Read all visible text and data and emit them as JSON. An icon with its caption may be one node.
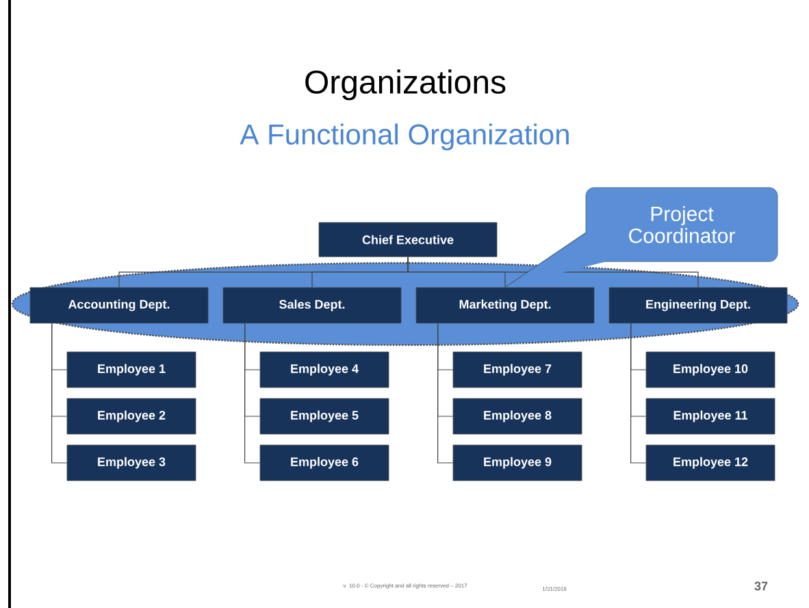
{
  "diagram": {
    "title": "Organizations",
    "nodes": [
      {
        "text": [
          "Chief Executive"
        ]
      },
      {
        "text": [
          "Accounting Dept."
        ]
      },
      {
        "text": [
          "Sales Dept."
        ]
      },
      {
        "text": [
          "Marketing Dept."
        ]
      },
      {
        "text": [
          "Engineering Dept."
        ]
      },
      {
        "text": [
          "Employee 1"
        ]
      },
      {
        "text": [
          "Employee 2"
        ]
      },
      {
        "text": [
          "Employee 3"
        ]
      },
      {
        "text": [
          "Employee 4"
        ]
      },
      {
        "text": [
          "Employee 5"
        ]
      },
      {
        "text": [
          "Employee 6"
        ]
      },
      {
        "text": [
          "Employee 7"
        ]
      },
      {
        "text": [
          "Employee 8"
        ]
      },
      {
        "text": [
          "Employee 9"
        ]
      },
      {
        "text": [
          "Employee 10"
        ]
      },
      {
        "text": [
          "Employee 11"
        ]
      },
      {
        "text": [
          "Employee 12"
        ]
      },
      {
        "text": [
          "Project Coordinator"
        ]
      }
    ],
    "edges": [
      {
        "from": 0,
        "to": 1,
        "arrow": "none"
      },
      {
        "from": 0,
        "to": 2,
        "arrow": "none"
      },
      {
        "from": 0,
        "to": 3,
        "arrow": "none"
      },
      {
        "from": 0,
        "to": 4,
        "arrow": "none"
      },
      {
        "from": 1,
        "to": 5,
        "arrow": "none"
      },
      {
        "from": 1,
        "to": 6,
        "arrow": "none"
      },
      {
        "from": 1,
        "to": 7,
        "arrow": "none"
      },
      {
        "from": 2,
        "to": 8,
        "arrow": "none"
      },
      {
        "from": 2,
        "to": 9,
        "arrow": "none"
      },
      {
        "from": 2,
        "to": 10,
        "arrow": "none"
      },
      {
        "from": 3,
        "to": 11,
        "arrow": "none"
      },
      {
        "from": 3,
        "to": 12,
        "arrow": "none"
      },
      {
        "from": 3,
        "to": 13,
        "arrow": "none"
      },
      {
        "from": 4,
        "to": 14,
        "arrow": "none"
      },
      {
        "from": 4,
        "to": 15,
        "arrow": "none"
      },
      {
        "from": 4,
        "to": 16,
        "arrow": "none"
      },
      {
        "from": 17,
        "to": 3,
        "arrow": "none"
      }
    ],
    "labels": [
      "A Functional Organization",
      "v. 10.0 - © Copyright and all rights reserved – 2017",
      "1/31/2018",
      "37"
    ]
  }
}
